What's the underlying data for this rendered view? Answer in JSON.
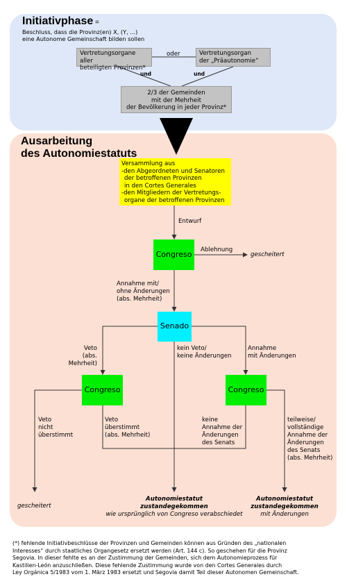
{
  "phase1": {
    "title": "Initiativphase",
    "title_suffix": " =",
    "subtitle_line1": "Beschluss, dass die Provinz(en) X, (Y, ...)",
    "subtitle_line2": "eine Autonome Gemeinschaft bilden sollen",
    "box_left_line1": "Vertretungsorgane aller",
    "box_left_line2": "beteiligten Provinzen*",
    "oder": "oder",
    "box_right_line1": "Vertretungsorgan",
    "box_right_line2": "der „Präautonomie“",
    "und_left": "und",
    "und_right": "und",
    "box_bottom_line1": "2/3 der Gemeinden",
    "box_bottom_line2": "mit der Mehrheit",
    "box_bottom_line3": "der Bevölkerung in jeder Provinz*"
  },
  "phase2": {
    "title_line1": "Ausarbeitung",
    "title_line2": "des Autonomiestatuts",
    "assembly_line1": "Versammlung aus",
    "assembly_line2": "-den Abgeordneten und Senatoren",
    "assembly_line3": "der betroffenen Provinzen",
    "assembly_line4": "in den Cortes Generales",
    "assembly_line5": "-den Mitgliedern der Vertretungs-",
    "assembly_line6": "organe der betroffenen Provinzen",
    "entwurf": "Entwurf",
    "congreso1": "Congreso",
    "ablehnung": "Ablehnung",
    "gescheitert1": "gescheitert",
    "annahme_line1": "Annahme mit/",
    "annahme_line2": "ohne Änderungen",
    "annahme_line3": "(abs. Mehrheit)",
    "senado": "Senado",
    "veto_line1": "Veto",
    "veto_line2": "(abs. Mehrheit)",
    "kein_veto_line1": "kein Veto/",
    "kein_veto_line2": "keine Änderungen",
    "annahme_aend_line1": "Annahme",
    "annahme_aend_line2": "mit Änderungen",
    "congreso2": "Congreso",
    "congreso3": "Congreso",
    "veto_nicht_line1": "Veto",
    "veto_nicht_line2": "nicht",
    "veto_nicht_line3": "überstimmt",
    "veto_ueber_line1": "Veto",
    "veto_ueber_line2": "überstimmt",
    "veto_ueber_line3": "(abs. Mehrheit)",
    "keine_line1": "keine",
    "keine_line2": "Annahme der",
    "keine_line3": "Änderungen",
    "keine_line4": "des Senats",
    "teilweise_line1": "teilweise/",
    "teilweise_line2": "vollständige",
    "teilweise_line3": "Annahme der",
    "teilweise_line4": "Änderungen",
    "teilweise_line5": "des Senats",
    "teilweise_line6": "(abs. Mehrheit)",
    "gescheitert2": "gescheitert",
    "result_mid_line1": "Autonomiestatut",
    "result_mid_line2": "zustandegekommen",
    "result_mid_line3": "wie ursprünglich von Congreso verabschiedet",
    "result_right_line1": "Autonomiestatut",
    "result_right_line2": "zustandegekommen",
    "result_right_line3": "mit Änderungen"
  },
  "footnote": {
    "line1": "(*)  fehlende Initiativbeschlüsse der Provinzen und Gemeinden können aus Gründen des  „nationalen",
    "line2": "Interesses“ durch staatliches Organgesetz ersetzt werden (Art. 144 c). So geschehen für die Provinz",
    "line3": "Segovia. In dieser fehlte es an der Zustimmung der Gemeinden, sich dem Autonomieprozess für",
    "line4": "Kastilien-León anzuschließen. Diese fehlende Zustimmung wurde von den Cortes Generales durch",
    "line5": "Ley Orgánica 5/1983 vom 1. März 1983 ersetzt und Segovia damit Teil dieser Autonomen Gemeinschaft."
  },
  "colors": {
    "top_panel": "#dfe8f8",
    "bottom_panel": "#fce0d4",
    "grey_box": "#c3c3c3",
    "congreso": "#00ee00",
    "senado": "#00f0ff",
    "assembly": "#ffff00"
  }
}
